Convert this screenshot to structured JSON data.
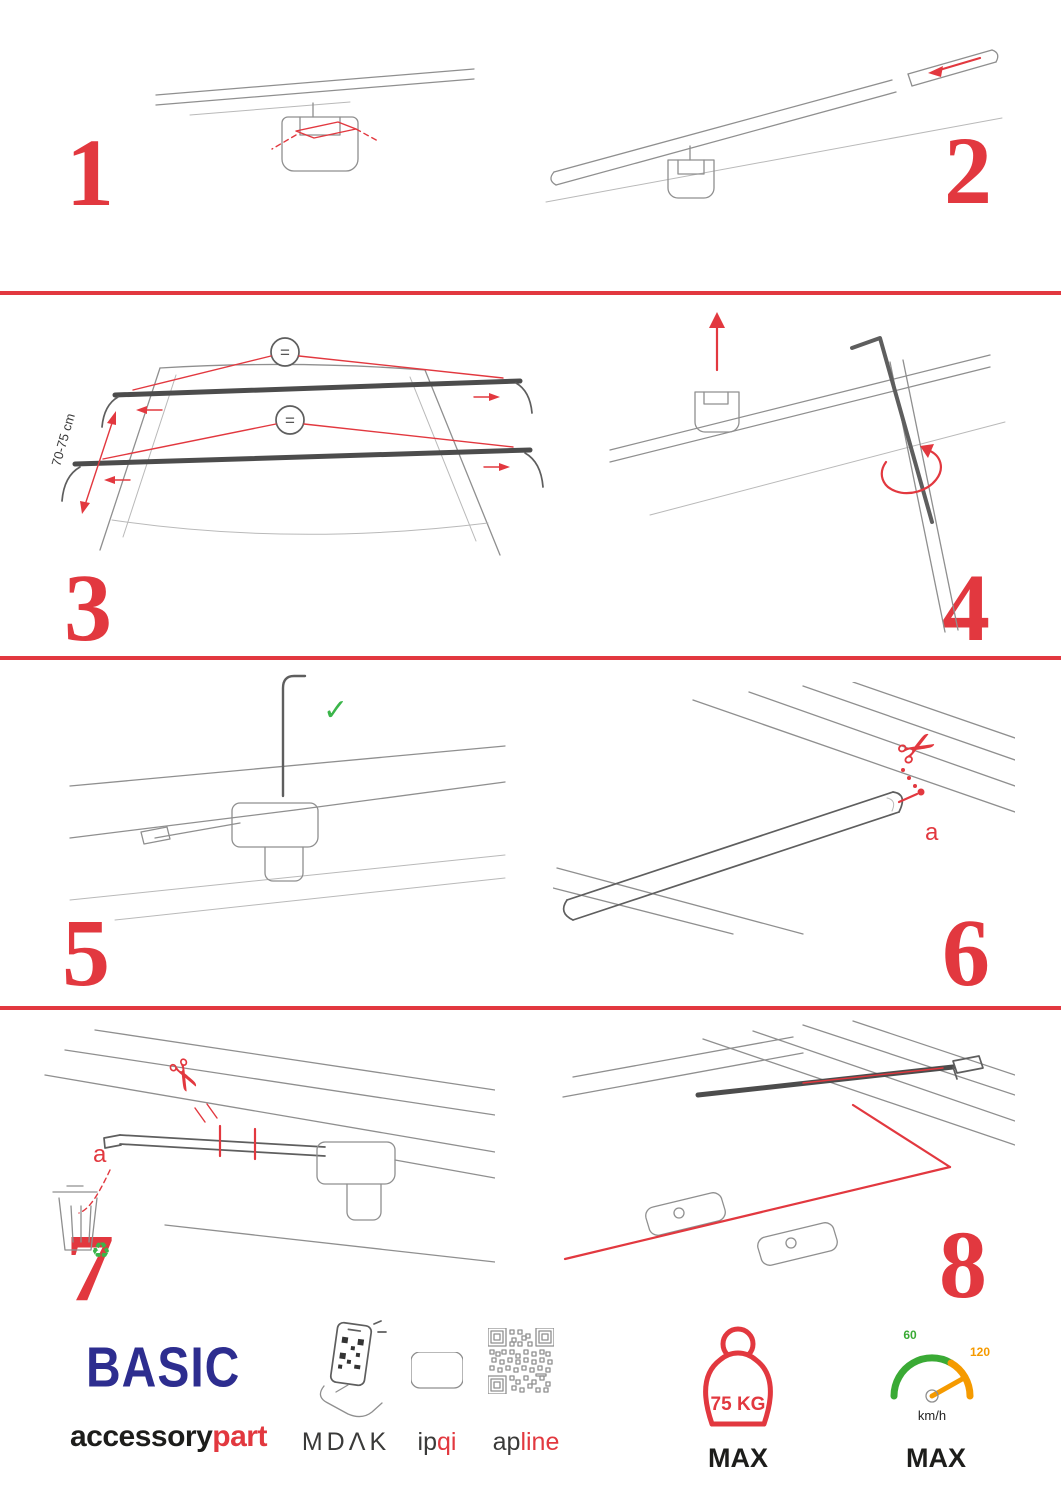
{
  "colors": {
    "red": "#e2383f",
    "blue": "#2d2d8f",
    "green": "#3bb54a",
    "ink": "#1d1d1b",
    "youtube": "#e62117",
    "gauge_green": "#3aaa35",
    "gauge_orange": "#f59a00"
  },
  "steps": {
    "s1": {
      "number": "1"
    },
    "s2": {
      "number": "2"
    },
    "s3": {
      "number": "3",
      "equal_sign": "=",
      "distance_label": "70-75 cm"
    },
    "s4": {
      "number": "4"
    },
    "s5": {
      "number": "5",
      "check_mark": "✓"
    },
    "s6": {
      "number": "6",
      "part_label": "a",
      "scissors_glyph": "✂"
    },
    "s7": {
      "number": "7",
      "part_label": "a",
      "scissors_glyph": "✂",
      "recycle_glyph": "♻"
    },
    "s8": {
      "number": "8"
    }
  },
  "footer": {
    "brand": "BASIC",
    "brand_sub": {
      "left": "accessory",
      "right": "part"
    },
    "mdak": "MDΛK",
    "ipqi": {
      "left": "ip",
      "right": "qi"
    },
    "apline": {
      "left": "ap",
      "right": "line"
    },
    "weight": {
      "value": "75 KG",
      "max": "MAX"
    },
    "speed": {
      "low": "60",
      "high": "120",
      "unit": "km/h",
      "max": "MAX"
    }
  }
}
